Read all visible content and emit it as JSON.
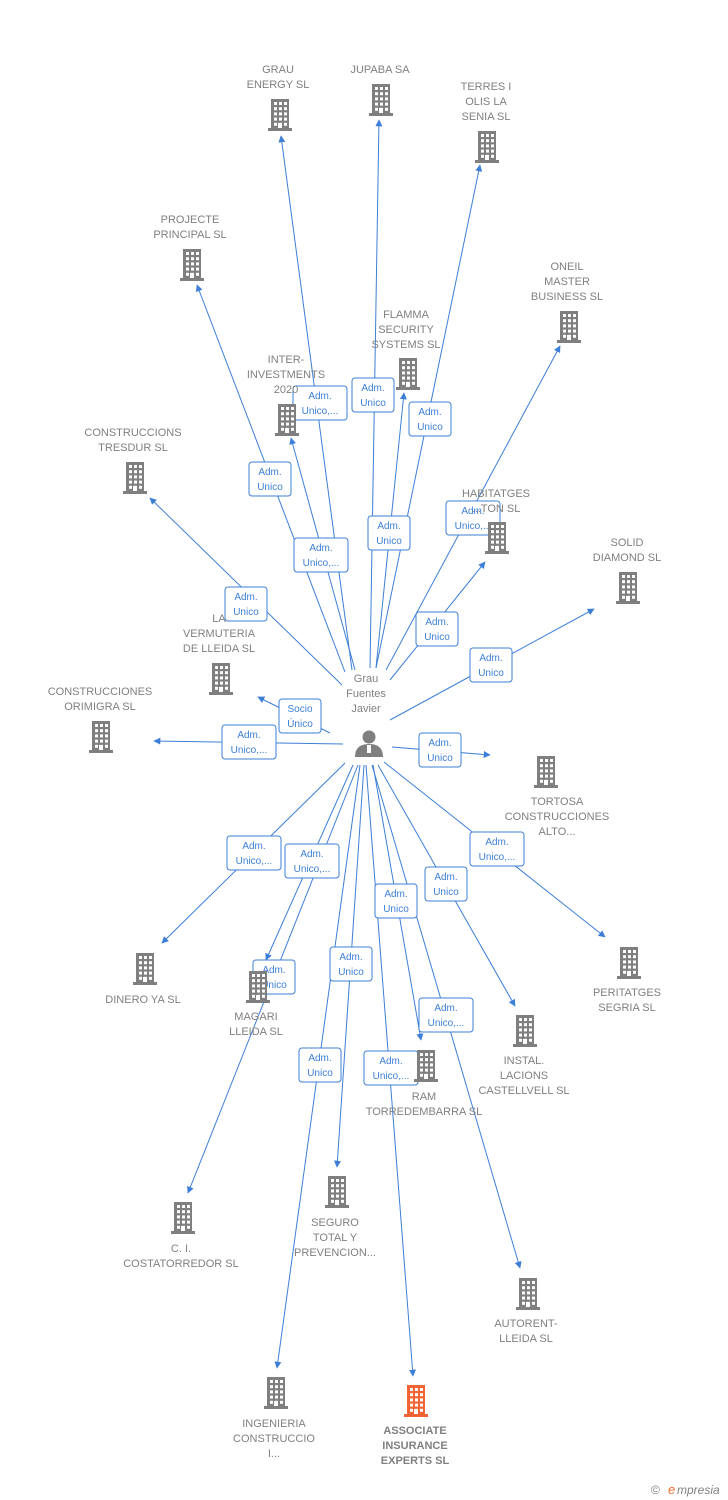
{
  "colors": {
    "edge": "#3d7fd6",
    "building": "#7f7f7f",
    "building_highlight": "#f26433",
    "label": "#808080"
  },
  "center": {
    "icon": "person-icon",
    "label_lines": [
      "Grau",
      "Fuentes",
      "Javier"
    ]
  },
  "companies": [
    {
      "id": "grau-energy",
      "lines": [
        "GRAU",
        "ENERGY  SL"
      ],
      "role": [
        "Adm.",
        "Unico,..."
      ]
    },
    {
      "id": "jupaba",
      "lines": [
        "JUPABA SA"
      ],
      "role": [
        "Adm.",
        "Unico"
      ]
    },
    {
      "id": "terres-olis",
      "lines": [
        "TERRES I",
        "OLIS LA",
        "SENIA  SL"
      ],
      "role": [
        "Adm.",
        "Unico"
      ]
    },
    {
      "id": "projecte-principal",
      "lines": [
        "PROJECTE",
        "PRINCIPAL SL"
      ],
      "role": [
        "Adm.",
        "Unico"
      ]
    },
    {
      "id": "oneil-master",
      "lines": [
        "ONEIL",
        "MASTER",
        "BUSINESS  SL"
      ],
      "role": [
        "Adm.",
        "Unico,..."
      ]
    },
    {
      "id": "flamma-security",
      "lines": [
        "FLAMMA",
        "SECURITY",
        "SYSTEMS SL"
      ],
      "role": [
        "Adm.",
        "Unico"
      ]
    },
    {
      "id": "inter-investments",
      "lines": [
        "INTER-",
        "INVESTMENTS",
        "2020"
      ],
      "role": [
        "Adm.",
        "Unico,..."
      ]
    },
    {
      "id": "construccions-tresdur",
      "lines": [
        "CONSTRUCCIONS",
        "TRESDUR SL"
      ],
      "role": [
        "Adm.",
        "Unico"
      ]
    },
    {
      "id": "habitatges",
      "lines": [
        "HABITATGES",
        "...TON SL"
      ],
      "role": [
        "Adm.",
        "Unico"
      ]
    },
    {
      "id": "solid-diamond",
      "lines": [
        "SOLID",
        "DIAMOND SL"
      ],
      "role": [
        "Adm.",
        "Unico"
      ]
    },
    {
      "id": "la-vermuteria",
      "lines": [
        "LA",
        "VERMUTERIA",
        "DE LLEIDA  SL"
      ],
      "role": [
        "Socio",
        "Único"
      ]
    },
    {
      "id": "construcciones-orimigra",
      "lines": [
        "CONSTRUCCIONES",
        "ORIMIGRA SL"
      ],
      "role": [
        "Adm.",
        "Unico,..."
      ]
    },
    {
      "id": "tortosa-construcciones",
      "lines": [
        "TORTOSA",
        "CONSTRUCCIONES",
        "ALTO..."
      ],
      "role": [
        "Adm.",
        "Unico"
      ]
    },
    {
      "id": "dinero-ya",
      "lines": [
        "DINERO YA  SL"
      ],
      "role": [
        "Adm.",
        "Unico,..."
      ]
    },
    {
      "id": "magari-lleida",
      "lines": [
        "MAGARI",
        "LLEIDA  SL"
      ],
      "role": [
        "Adm.",
        "Unico,..."
      ]
    },
    {
      "id": "peritatges-segria",
      "lines": [
        "PERITATGES",
        "SEGRIA  SL"
      ],
      "role": [
        "Adm.",
        "Unico,..."
      ]
    },
    {
      "id": "instal-lacions",
      "lines": [
        "INSTAL.",
        "LACIONS",
        "CASTELLVELL SL"
      ],
      "role": [
        "Adm.",
        "Unico"
      ]
    },
    {
      "id": "ram-torredembarra",
      "lines": [
        "RAM",
        "TORREDEMBARRA SL"
      ],
      "role": [
        "Adm.",
        "Unico"
      ]
    },
    {
      "id": "ci-costatorredor",
      "lines": [
        "C. I.",
        "COSTATORREDOR SL"
      ],
      "role": [
        "Adm.",
        "Unico"
      ]
    },
    {
      "id": "seguro-total",
      "lines": [
        "SEGURO",
        "TOTAL Y",
        "PREVENCION..."
      ],
      "role": [
        "Adm.",
        "Unico"
      ]
    },
    {
      "id": "autorent-lleida",
      "lines": [
        "AUTORENT-",
        "LLEIDA  SL"
      ],
      "role": [
        "Adm.",
        "Unico,..."
      ]
    },
    {
      "id": "ingenieria-construccio",
      "lines": [
        "INGENIERIA",
        "CONSTRUCCIO",
        "I..."
      ],
      "role": [
        "Adm.",
        "Unico"
      ]
    },
    {
      "id": "associate-insurance",
      "lines": [
        "ASSOCIATE",
        "INSURANCE",
        "EXPERTS  SL"
      ],
      "role": [
        "Adm.",
        "Unico,..."
      ],
      "highlight": true
    }
  ],
  "footer": {
    "copyright": "©",
    "brand_initial": "e",
    "brand_rest": "mpresia"
  }
}
